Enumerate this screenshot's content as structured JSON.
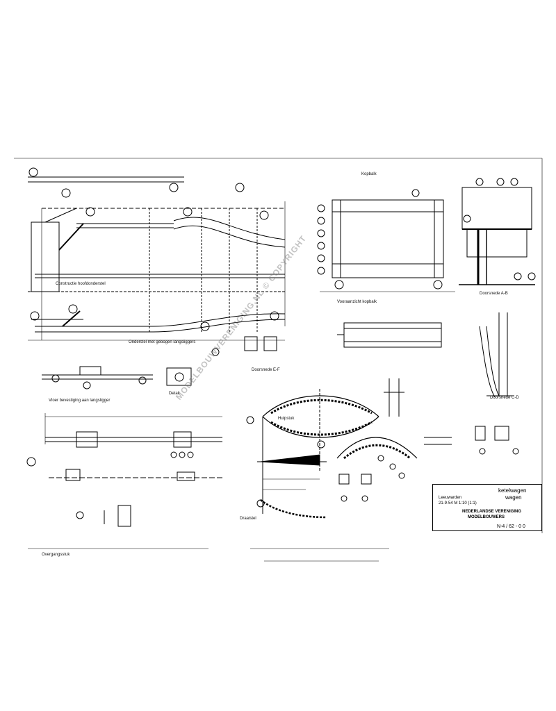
{
  "watermark": "MODELBOUWVERENIGING.NL © COPYRIGHT",
  "title_block": {
    "name_line1": "ketelwagen",
    "name_line2": "wagen",
    "org_line1": "NEDERLANDSE VERENIGING",
    "org_line2": "MODELBOUWERS",
    "left_line1": "Leeuwarden",
    "left_line2": "21-9-54 M 1:10 (1:1)",
    "number": "N-4 / 62 - 0 0"
  },
  "views": {
    "top_left": "Constructie hoofdonderstel",
    "side_left": "Onderstel met gebogen langsliggers",
    "mid_left": "Vloer bevestiging aan langsligger",
    "center_top": "Kopbalk",
    "center_mid": "Vooraanzicht kopbalk",
    "right_top": "Doorsnede A-B",
    "right_small": "Doorsnede C-D",
    "lower_center": "Hulpstuk",
    "lower_center2": "Draaistel",
    "detail_1": "Detail",
    "detail_2": "Doorsnede E-F",
    "bottom_note": "Overgangsstuk"
  }
}
